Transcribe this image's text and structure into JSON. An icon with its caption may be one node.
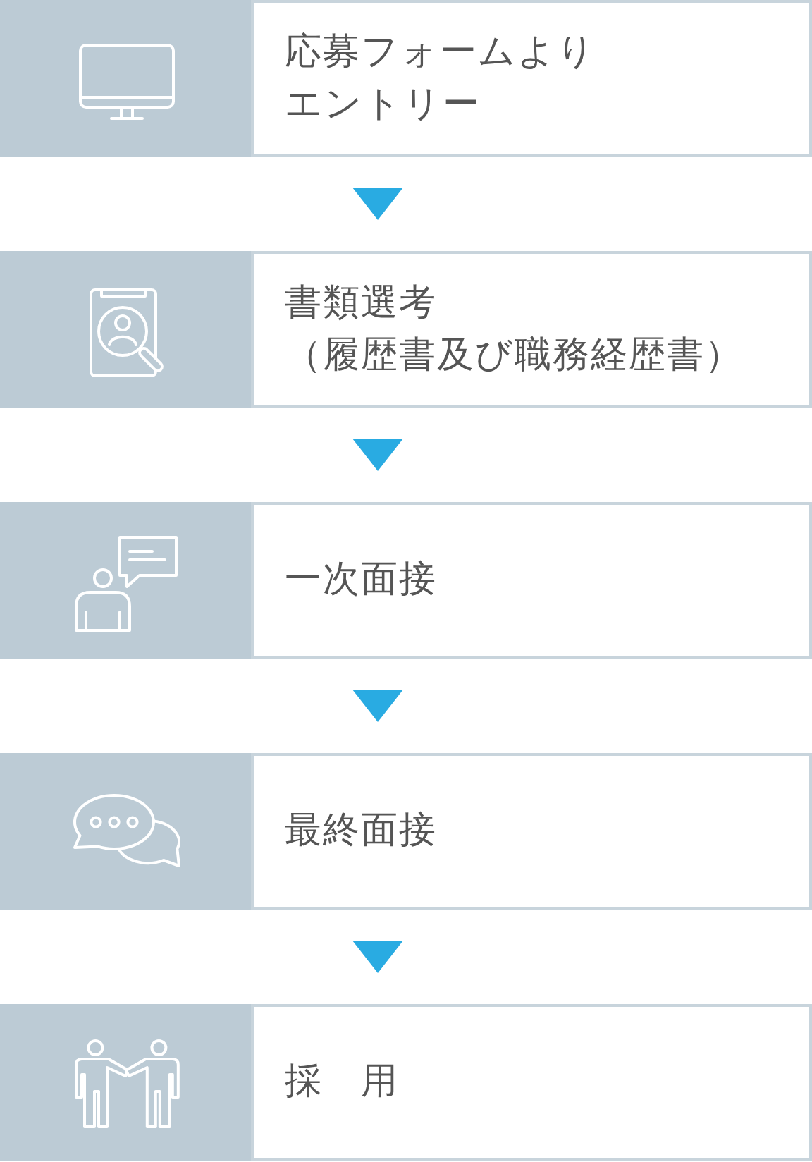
{
  "diagram": {
    "nodes": [
      {
        "text": [
          "応募フォームよりエントリー"
        ]
      },
      {
        "text": [
          "書類選考",
          "（履歴書及び職務経歴書）"
        ]
      },
      {
        "text": [
          "一次面接"
        ]
      },
      {
        "text": [
          "最終面接"
        ]
      },
      {
        "text": [
          "採　用"
        ]
      }
    ],
    "edges": [
      {
        "from": 0,
        "to": 1,
        "arrow": "to"
      },
      {
        "from": 1,
        "to": 2,
        "arrow": "to"
      },
      {
        "from": 2,
        "to": 3,
        "arrow": "to"
      },
      {
        "from": 3,
        "to": 4,
        "arrow": "to"
      }
    ]
  }
}
